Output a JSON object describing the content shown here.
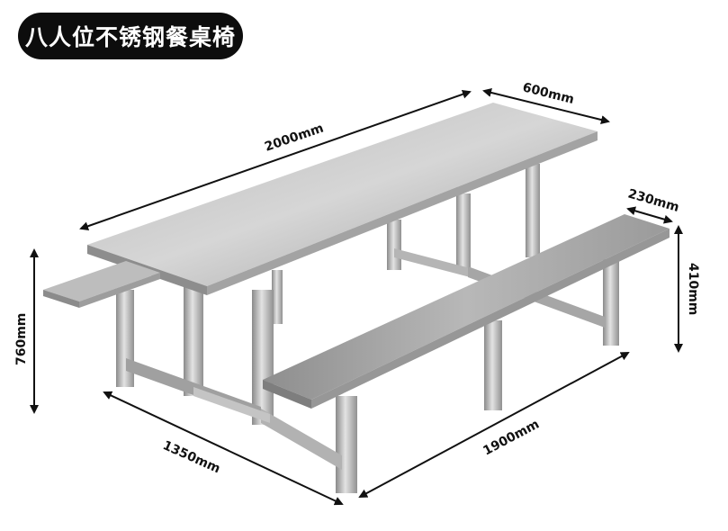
{
  "title": "八人位不锈钢餐桌椅",
  "dimensions": {
    "table_length": "2000mm",
    "table_width": "600mm",
    "bench_width": "230mm",
    "bench_height": "410mm",
    "table_height": "760mm",
    "frame_width": "1350mm",
    "bench_length": "1900mm"
  },
  "colors": {
    "steel_light": "#cfcfcf",
    "steel_mid": "#a9a9a9",
    "steel_dark": "#7d7d7d",
    "arrow": "#111111"
  }
}
